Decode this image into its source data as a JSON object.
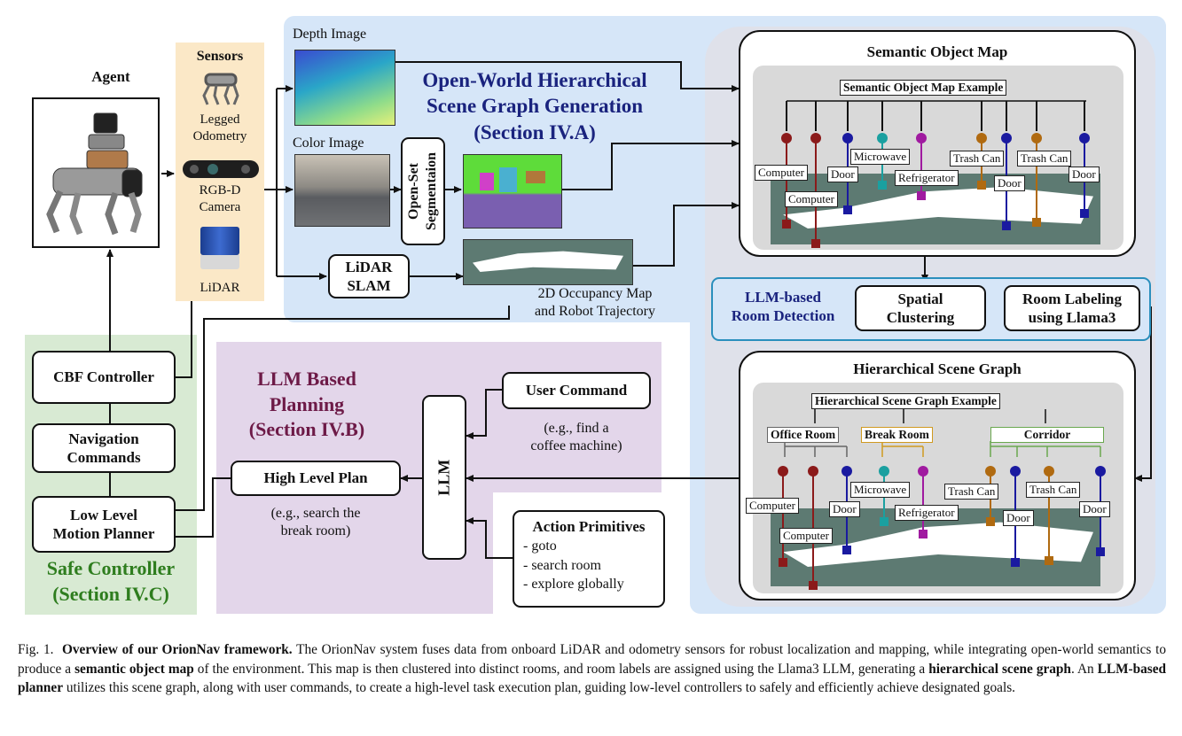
{
  "agent": {
    "title": "Agent"
  },
  "sensors": {
    "title": "Sensors",
    "legged": "Legged\nOdometry",
    "rgbd": "RGB-D\nCamera",
    "lidar": "LiDAR"
  },
  "scene_graph_gen": {
    "title": "Open-World Hierarchical\nScene Graph Generation\n(Section IV.A)",
    "depth_label": "Depth Image",
    "color_label": "Color Image",
    "segmentation": "Open-Set\nSegmentaion",
    "lidar_slam": "LiDAR\nSLAM",
    "occupancy_label": "2D Occupancy Map\nand Robot Trajectory"
  },
  "semantic_map": {
    "title": "Semantic Object Map",
    "example": "Semantic Object Map Example",
    "labels": [
      "Computer",
      "Computer",
      "Door",
      "Microwave",
      "Refrigerator",
      "Trash Can",
      "Door",
      "Trash Can",
      "Door"
    ]
  },
  "room_detection": {
    "title": "LLM-based\nRoom Detection",
    "spatial": "Spatial\nClustering",
    "labeling": "Room Labeling\nusing Llama3"
  },
  "hier_graph": {
    "title": "Hierarchical Scene Graph",
    "example": "Hierarchical Scene Graph Example",
    "rooms": [
      "Office Room",
      "Break Room",
      "Corridor"
    ],
    "labels": [
      "Computer",
      "Computer",
      "Door",
      "Microwave",
      "Refrigerator",
      "Trash Can",
      "Door",
      "Trash Can",
      "Door"
    ]
  },
  "planning": {
    "title": "LLM Based\nPlanning\n(Section IV.B)",
    "llm": "LLM",
    "user_command": "User Command",
    "user_example": "(e.g., find a\ncoffee machine)",
    "high_level_plan": "High Level Plan",
    "plan_example": "(e.g., search the\nbreak room)",
    "primitives_title": "Action Primitives",
    "primitives": [
      "- goto",
      "- search room",
      "- explore globally"
    ]
  },
  "safe_controller": {
    "title": "Safe Controller\n(Section IV.C)",
    "cbf": "CBF Controller",
    "nav": "Navigation\nCommands",
    "low_level": "Low Level\nMotion Planner"
  },
  "caption": {
    "fig": "Fig. 1.",
    "bold1": "Overview of our OrionNav framework.",
    "t1": " The OrionNav system fuses data from onboard LiDAR and odometry sensors for robust localization and mapping, while integrating open-world semantics to produce a ",
    "bold2": "semantic object map",
    "t2": " of the environment. This map is then clustered into distinct rooms, and room labels are assigned using the Llama3 LLM, generating a ",
    "bold3": "hierarchical scene graph",
    "t3": ". An ",
    "bold4": "LLM-based planner",
    "t4": " utilizes this scene graph, along with user commands, to create a high-level task execution plan, guiding low-level controllers to safely and efficiently achieve designated goals."
  },
  "colors": {
    "blue_panel": "#d6e6f8",
    "purple_panel": "#e3d6ea",
    "green_panel": "#d8ead3",
    "sensor_panel": "#fbe8c7",
    "title_blue": "#1a237e",
    "title_purple": "#6d1a47",
    "title_green": "#2e7d1e",
    "room_detect_border": "#2a8fbd"
  }
}
